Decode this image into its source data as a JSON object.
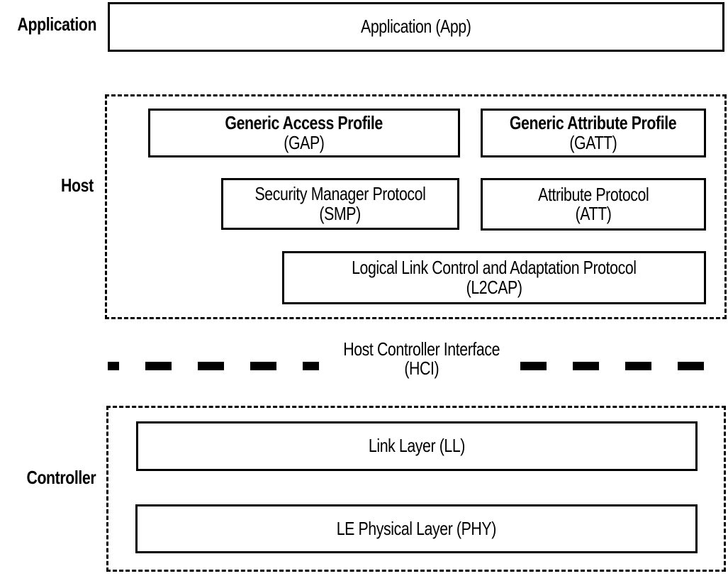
{
  "colors": {
    "ink": "#000000",
    "paper": "#ffffff"
  },
  "side_labels": {
    "application": "Application",
    "host": "Host",
    "controller": "Controller"
  },
  "layers": {
    "application": {
      "app": {
        "title": "Application (App)"
      }
    },
    "host": {
      "gap": {
        "title": "Generic Access Profile",
        "abbr": "(GAP)"
      },
      "gatt": {
        "title": "Generic Attribute Profile",
        "abbr": "(GATT)"
      },
      "smp": {
        "title": "Security Manager Protocol",
        "abbr": "(SMP)"
      },
      "att": {
        "title": "Attribute Protocol",
        "abbr": "(ATT)"
      },
      "l2cap": {
        "title": "Logical Link Control and Adaptation Protocol",
        "abbr": "(L2CAP)"
      }
    },
    "hci": {
      "title": "Host Controller Interface",
      "abbr": "(HCI)"
    },
    "controller": {
      "ll": {
        "title": "Link Layer (LL)"
      },
      "phy": {
        "title": "LE Physical Layer (PHY)"
      }
    }
  }
}
